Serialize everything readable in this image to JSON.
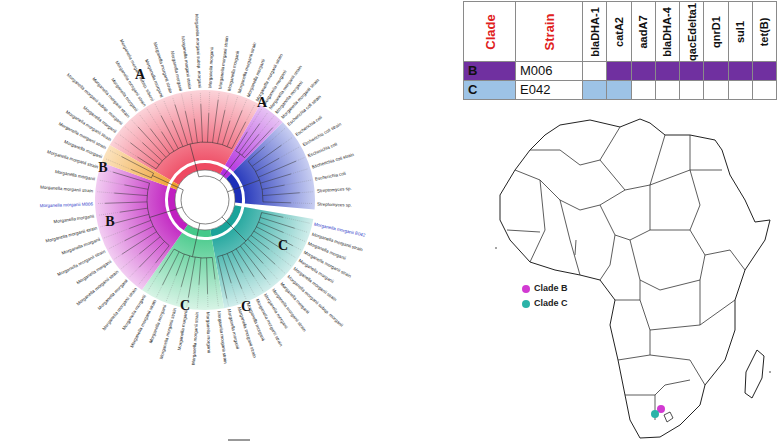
{
  "diagram": {
    "labels": [
      "Clade",
      "Strain",
      "blaDHA-1",
      "catA2",
      "aadA7",
      "blaDHA-4",
      "qacEdelta1",
      "qnrD1",
      "sul1",
      "tet(B)",
      "B",
      "M006",
      "C",
      "E042",
      "A",
      "A",
      "B",
      "B",
      "C",
      "C",
      "C",
      "Morganella morganii strain",
      "Morganella morganii",
      "Morganella morganii subsp. morganii",
      "Morganella morganii strain",
      "Morganella morganii",
      "Morganella morganii strain",
      "Morganella morganii subsp. sibonii",
      "Morganella morganii",
      "Morganella morganii strain",
      "Morganella morganii",
      "Morganella morganii strain",
      "Morganella morganii subsp. morganii",
      "Morganella morganii",
      "Morganella morganii strain",
      "Morganella morganii",
      "Morganella morganii strain",
      "Morganella morganii",
      "Morganella morganii strain",
      "Morganella morganii",
      "Morganella morganii strain",
      "Morganella morganii",
      "Morganella morganii strain",
      "Escherichia coli strain",
      "Escherichia coli",
      "Escherichia coli strain",
      "Escherichia coli",
      "Escherichia coli strain",
      "Escherichia coli",
      "Streptomyces sp.",
      "Streptomyces sp.",
      "Morganella morganii E042",
      "Morganella morganii strain",
      "Morganella morganii",
      "Morganella morganii strain",
      "Morganella morganii",
      "Morganella morganii strain",
      "Morganella morganii subsp. morganii",
      "Morganella morganii",
      "Morganella morganii strain",
      "Morganella morganii",
      "Morganella morganii strain",
      "Morganella morganii",
      "Morganella morganii strain",
      "Morganella morganii",
      "Morganella morganii strain",
      "Morganella morganii",
      "Morganella morganii strain",
      "Morganella morganii",
      "Morganella morganii strain",
      "Morganella morganii",
      "Morganella morganii strain",
      "Morganella morganii",
      "Morganella morganii strain",
      "Morganella morganii",
      "Morganella morganii strain",
      "Morganella morganii",
      "Morganella morganii strain",
      "Morganella morganii",
      "Morganella morganii strain",
      "Morganella morganii",
      "Morganella morganii M006",
      "Morganella morganii strain",
      "Morganella morganii",
      "Morganella morganii strain",
      "Morganella morganii",
      "Morganella morganii strain"
    ],
    "legend": [
      {
        "text": "Clade B",
        "color": "#d23ad2"
      },
      {
        "text": "Clade C",
        "color": "#2bb3a8"
      }
    ]
  }
}
